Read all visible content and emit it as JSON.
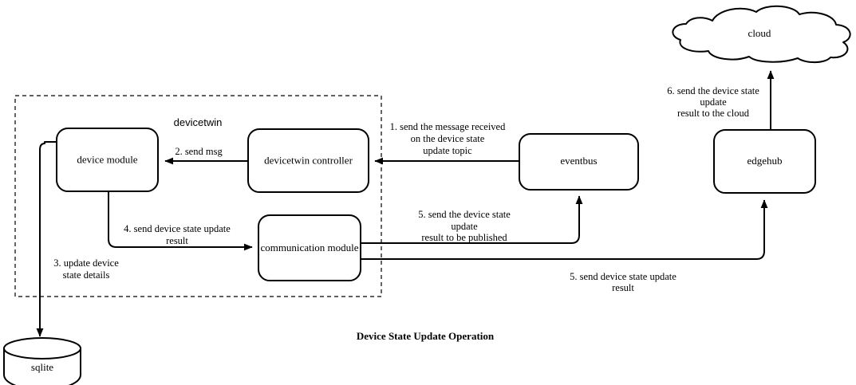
{
  "diagram": {
    "caption": "Device State Update Operation",
    "group": {
      "label": "devicetwin"
    },
    "colors": {
      "stroke": "#000000",
      "fill": "#ffffff",
      "background": "#ffffff"
    },
    "nodes": [
      {
        "id": "device-module",
        "label": "device module",
        "shape": "rounded-rect"
      },
      {
        "id": "devicetwin-controller",
        "label": "devicetwin controller",
        "shape": "rounded-rect"
      },
      {
        "id": "communication-module",
        "label": "communication module",
        "shape": "rounded-rect"
      },
      {
        "id": "eventbus",
        "label": "eventbus",
        "shape": "rounded-rect"
      },
      {
        "id": "edgehub",
        "label": "edgehub",
        "shape": "rounded-rect"
      },
      {
        "id": "cloud",
        "label": "cloud",
        "shape": "cloud"
      },
      {
        "id": "sqlite",
        "label": "sqlite",
        "shape": "cylinder"
      }
    ],
    "edges": [
      {
        "id": "edge-1",
        "from": "eventbus",
        "to": "devicetwin-controller",
        "label_lines": [
          "1. send the message received",
          "on the device state",
          "update topic"
        ]
      },
      {
        "id": "edge-2",
        "from": "devicetwin-controller",
        "to": "device-module",
        "label_lines": [
          "2. send msg"
        ]
      },
      {
        "id": "edge-3",
        "from": "device-module",
        "to": "sqlite",
        "label_lines": [
          "3. update device",
          "state details"
        ]
      },
      {
        "id": "edge-4",
        "from": "device-module",
        "to": "communication-module",
        "label_lines": [
          "4. send device state update",
          "result"
        ]
      },
      {
        "id": "edge-5a",
        "from": "communication-module",
        "to": "eventbus",
        "label_lines": [
          "5. send the device state",
          "update",
          "result to be published"
        ]
      },
      {
        "id": "edge-5b",
        "from": "communication-module",
        "to": "edgehub",
        "label_lines": [
          "5. send device state update",
          "result"
        ]
      },
      {
        "id": "edge-6",
        "from": "edgehub",
        "to": "cloud",
        "label_lines": [
          "6. send the device state",
          "update",
          "result to the cloud"
        ]
      }
    ]
  }
}
